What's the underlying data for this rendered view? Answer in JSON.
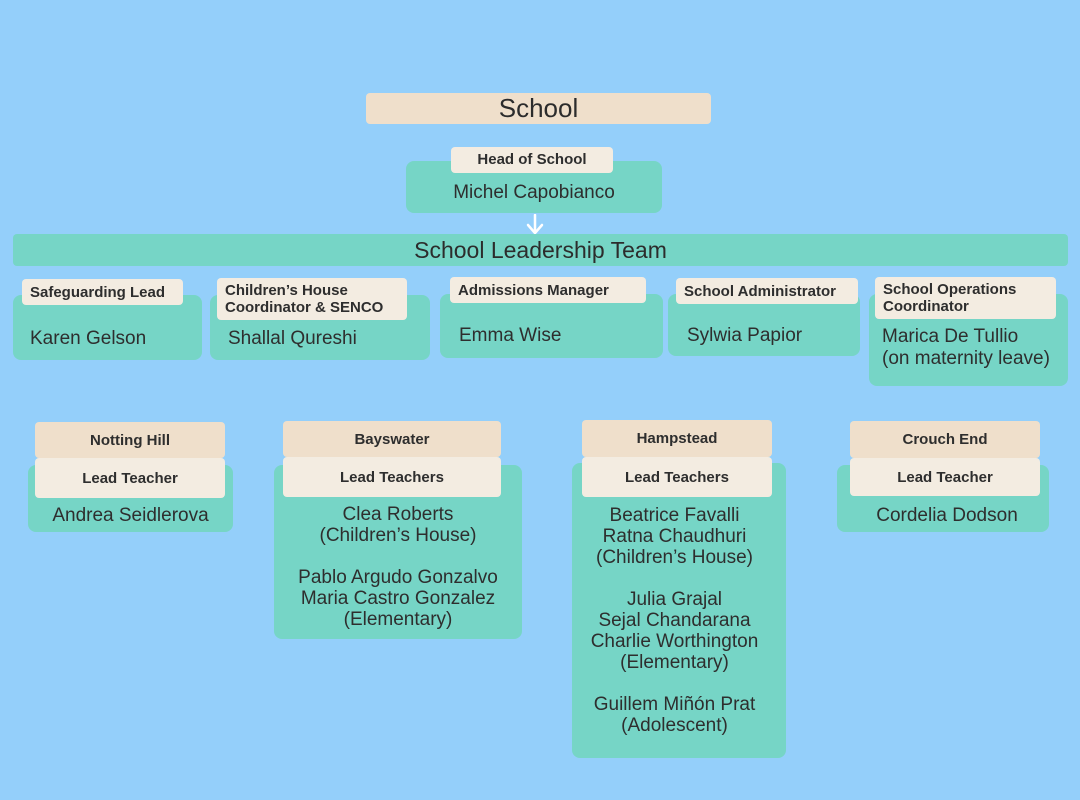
{
  "school": {
    "title": "School"
  },
  "head": {
    "role": "Head of School",
    "name": "Michel Capobianco"
  },
  "leadership": {
    "title": "School Leadership Team"
  },
  "managers": [
    {
      "role": "Safeguarding Lead",
      "name": "Karen Gelson"
    },
    {
      "role": "Children’s House Coordinator & SENCO",
      "name": "Shallal Qureshi"
    },
    {
      "role": "Admissions Manager",
      "name": "Emma Wise"
    },
    {
      "role": "School Administrator",
      "name": "Sylwia Papior"
    },
    {
      "role": "School Operations Coordinator",
      "name": "Marica De Tullio\n(on maternity leave)"
    }
  ],
  "hubs": [
    {
      "site": "Notting Hill",
      "role": "Lead Teacher",
      "staff": "Andrea Seidlerova"
    },
    {
      "site": "Bayswater",
      "role": "Lead Teachers",
      "staff": "Clea Roberts\n(Children’s House)\n\nPablo Argudo Gonzalvo\nMaria Castro Gonzalez\n(Elementary)"
    },
    {
      "site": "Hampstead",
      "role": "Lead Teachers",
      "staff": "Beatrice Favalli\nRatna Chaudhuri\n(Children’s House)\n\nJulia Grajal\nSejal Chandarana\nCharlie Worthington\n(Elementary)\n\nGuillem Miñón Prat\n(Adolescent)"
    },
    {
      "site": "Crouch End",
      "role": "Lead Teacher",
      "staff": "Cordelia Dodson"
    }
  ],
  "colors": {
    "background": "#94cffa",
    "teal": "#76d5c6",
    "beige": "#efdfcb",
    "cream": "#f3ece1"
  },
  "icons": {
    "connector": "down-arrow-icon"
  }
}
